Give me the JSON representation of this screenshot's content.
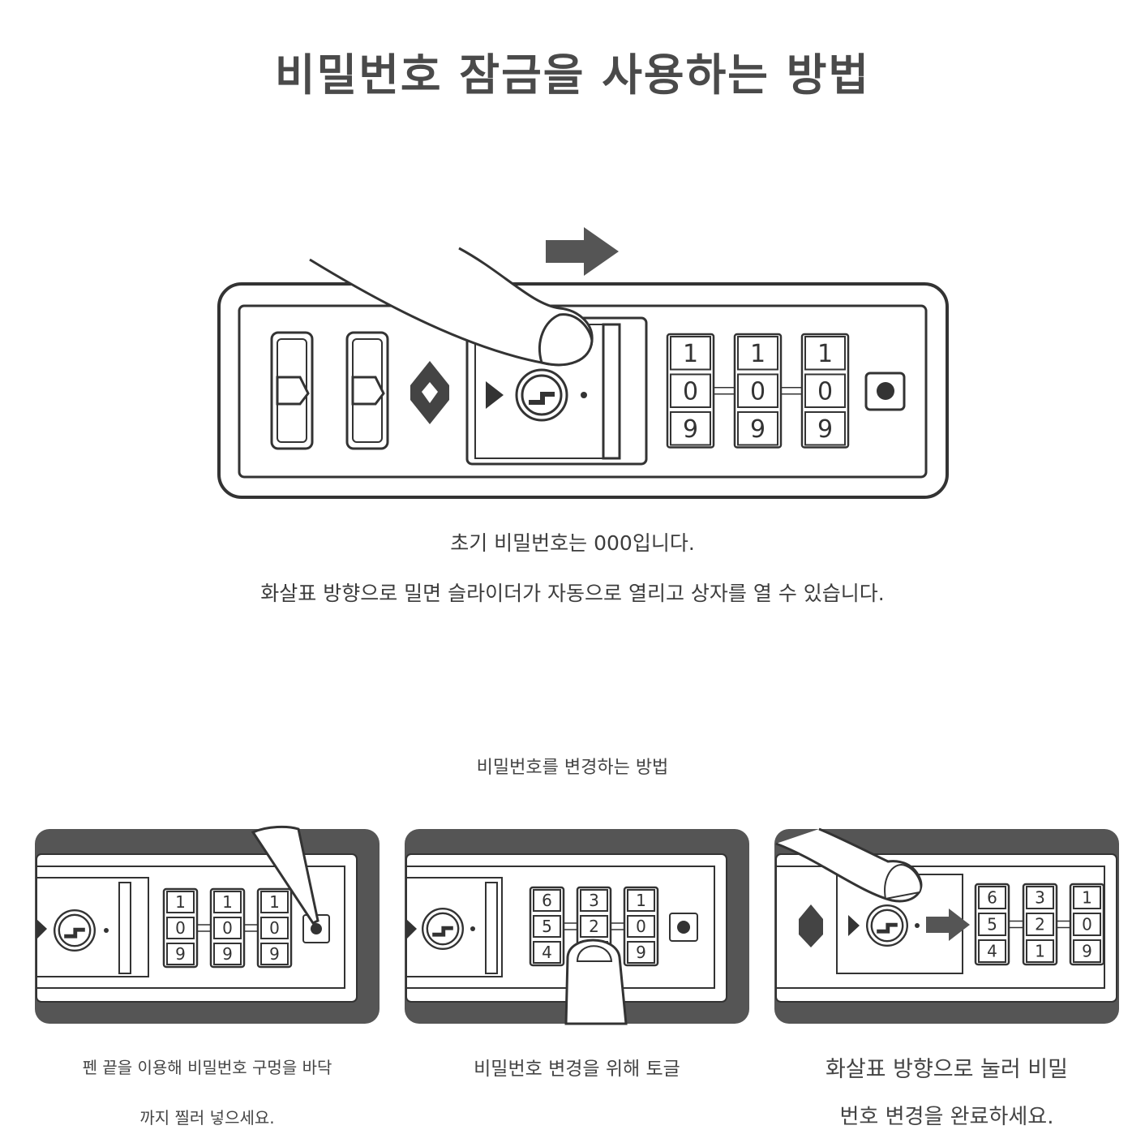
{
  "title": "비밀번호 잠금을 사용하는 방법",
  "intro": {
    "line1": "초기 비밀번호는 000입니다.",
    "line2": "화살표 방향으로 밀면 슬라이더가 자동으로 열리고 상자를 열 수 있습니다."
  },
  "main_lock": {
    "wheels": [
      [
        "1",
        "0",
        "9"
      ],
      [
        "1",
        "0",
        "9"
      ],
      [
        "1",
        "0",
        "9"
      ]
    ]
  },
  "change_section": {
    "title": "비밀번호를 변경하는 방법",
    "steps": [
      {
        "wheels": [
          [
            "1",
            "0",
            "9"
          ],
          [
            "1",
            "0",
            "9"
          ],
          [
            "1",
            "0",
            "9"
          ]
        ],
        "caption_line1": "펜 끝을 이용해 비밀번호 구멍을 바닥",
        "caption_line2": "까지 찔러 넣으세요."
      },
      {
        "wheels": [
          [
            "6",
            "5",
            "4"
          ],
          [
            "3",
            "2",
            ""
          ],
          [
            "1",
            "0",
            "9"
          ]
        ],
        "caption_line1": "비밀번호 변경을 위해 토글"
      },
      {
        "wheels": [
          [
            "6",
            "5",
            "4"
          ],
          [
            "3",
            "2",
            "1"
          ],
          [
            "1",
            "0",
            "9"
          ]
        ],
        "caption_line1": "화살표 방향으로 눌러 비밀",
        "caption_line2": "번호 변경을 완료하세요."
      }
    ]
  },
  "colors": {
    "line": "#333333",
    "dark": "#555555",
    "text": "#444444"
  }
}
